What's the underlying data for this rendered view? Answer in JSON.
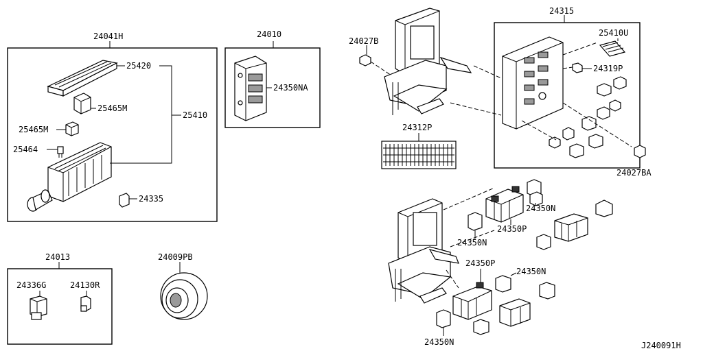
{
  "diagram_code": "J240091H",
  "labels": {
    "p24041H": "24041H",
    "p25420": "25420",
    "p25465M_a": "25465M",
    "p25465M_b": "25465M",
    "p25410": "25410",
    "p25464": "25464",
    "p24335": "24335",
    "p24010": "24010",
    "p24350NA": "24350NA",
    "p24013": "24013",
    "p24336G": "24336G",
    "p24130R": "24130R",
    "p24009PB": "24009PB",
    "p24027B": "24027B",
    "p24312P": "24312P",
    "p24315": "24315",
    "p25410U": "25410U",
    "p24319P": "24319P",
    "p24027BA": "24027BA",
    "p24350N_a": "24350N",
    "p24350P_a": "24350P",
    "p24350N_b": "24350N",
    "p24350P_b": "24350P",
    "p24350N_c": "24350N",
    "p24350N_d": "24350N"
  }
}
